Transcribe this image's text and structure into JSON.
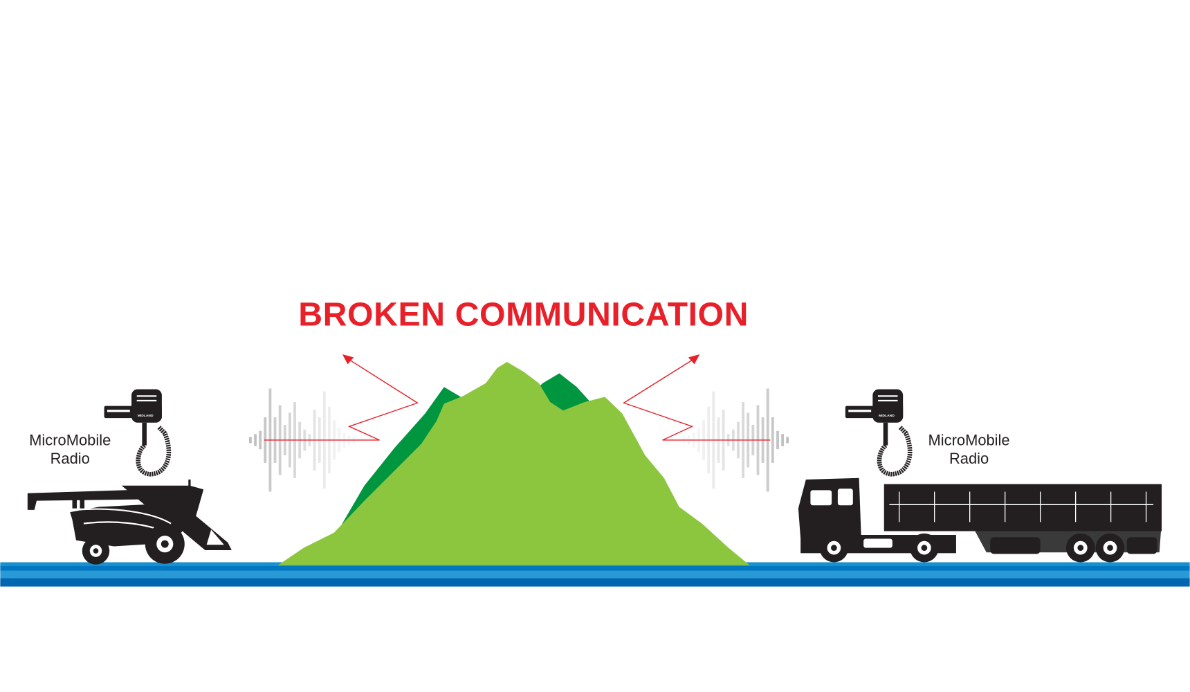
{
  "title": "BROKEN COMMUNICATION",
  "left_label": {
    "line1": "MicroMobile",
    "line2": "Radio"
  },
  "right_label": {
    "line1": "MicroMobile",
    "line2": "Radio"
  },
  "radio_logo": "MIDLAND",
  "colors": {
    "title": "#e8202a",
    "mountain_light": "#8cc63f",
    "mountain_dark": "#00963f",
    "ground": "#0077c0",
    "vehicle": "#231f20",
    "signal": "#e8202a"
  }
}
